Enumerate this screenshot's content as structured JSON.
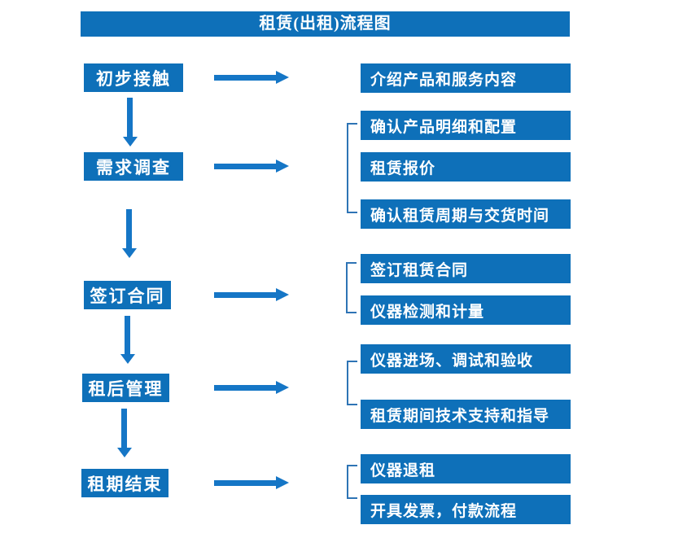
{
  "title": "租赁(出租)流程图",
  "colors": {
    "box_blue": "#0e70b9",
    "arrow_blue": "#1576c6",
    "bracket_blue": "#2e74b5",
    "text_white": "#ffffff",
    "background": "#ffffff"
  },
  "left_steps": [
    {
      "label": "初步接触",
      "detail_indices": [
        0
      ]
    },
    {
      "label": "需求调查",
      "detail_indices": [
        1,
        2,
        3
      ]
    },
    {
      "label": "签订合同",
      "detail_indices": [
        4,
        5
      ]
    },
    {
      "label": "租后管理",
      "detail_indices": [
        6,
        7
      ]
    },
    {
      "label": "租期结束",
      "detail_indices": [
        8,
        9
      ]
    }
  ],
  "right_items": [
    {
      "label": "介绍产品和服务内容"
    },
    {
      "label": "确认产品明细和配置"
    },
    {
      "label": "租赁报价"
    },
    {
      "label": "确认租赁周期与交货时间"
    },
    {
      "label": "签订租赁合同"
    },
    {
      "label": "仪器检测和计量"
    },
    {
      "label": "仪器进场、调试和验收"
    },
    {
      "label": "租赁期间技术支持和指导"
    },
    {
      "label": "仪器退租"
    },
    {
      "label": "开具发票，付款流程"
    }
  ]
}
